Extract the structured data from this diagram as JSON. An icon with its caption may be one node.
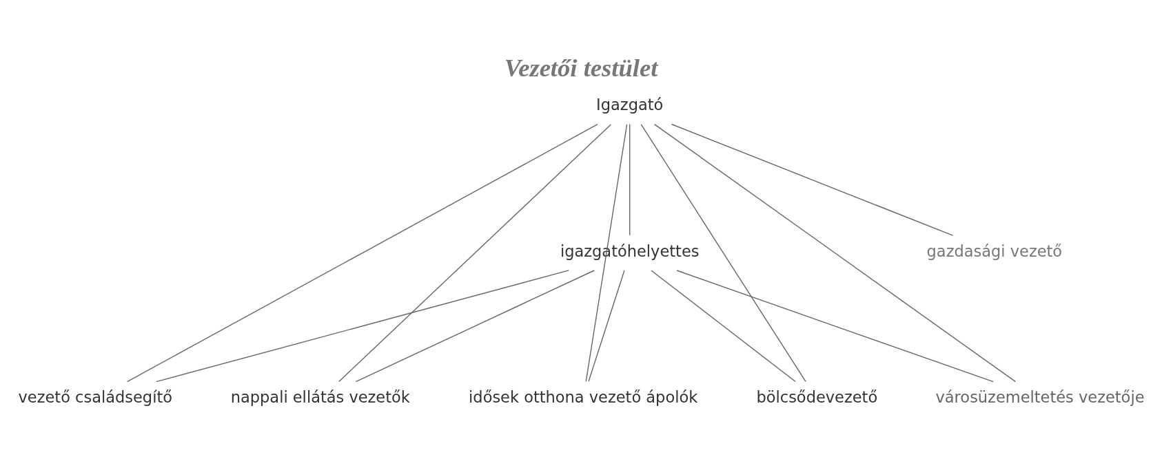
{
  "diagram": {
    "title": "Vezetői testület",
    "nodes": [
      {
        "text": [
          "Igazgató"
        ]
      },
      {
        "text": [
          "igazgatóhelyettes"
        ]
      },
      {
        "text": [
          "gazdasági vezető"
        ]
      },
      {
        "text": [
          "vezető családsegítő"
        ]
      },
      {
        "text": [
          "nappali ellátás vezetők"
        ]
      },
      {
        "text": [
          "idősek otthona vezető ápolók"
        ]
      },
      {
        "text": [
          "bölcsődevezető"
        ]
      },
      {
        "text": [
          "városüzemeltetés vezetője"
        ]
      }
    ],
    "edges": [
      {
        "from": 0,
        "to": 1,
        "arrow": "none"
      },
      {
        "from": 0,
        "to": 2,
        "arrow": "none"
      },
      {
        "from": 0,
        "to": 3,
        "arrow": "none"
      },
      {
        "from": 0,
        "to": 4,
        "arrow": "none"
      },
      {
        "from": 0,
        "to": 5,
        "arrow": "none"
      },
      {
        "from": 0,
        "to": 6,
        "arrow": "none"
      },
      {
        "from": 0,
        "to": 7,
        "arrow": "none"
      },
      {
        "from": 1,
        "to": 3,
        "arrow": "none"
      },
      {
        "from": 1,
        "to": 4,
        "arrow": "none"
      },
      {
        "from": 1,
        "to": 5,
        "arrow": "none"
      },
      {
        "from": 1,
        "to": 6,
        "arrow": "none"
      },
      {
        "from": 1,
        "to": 7,
        "arrow": "none"
      }
    ]
  }
}
